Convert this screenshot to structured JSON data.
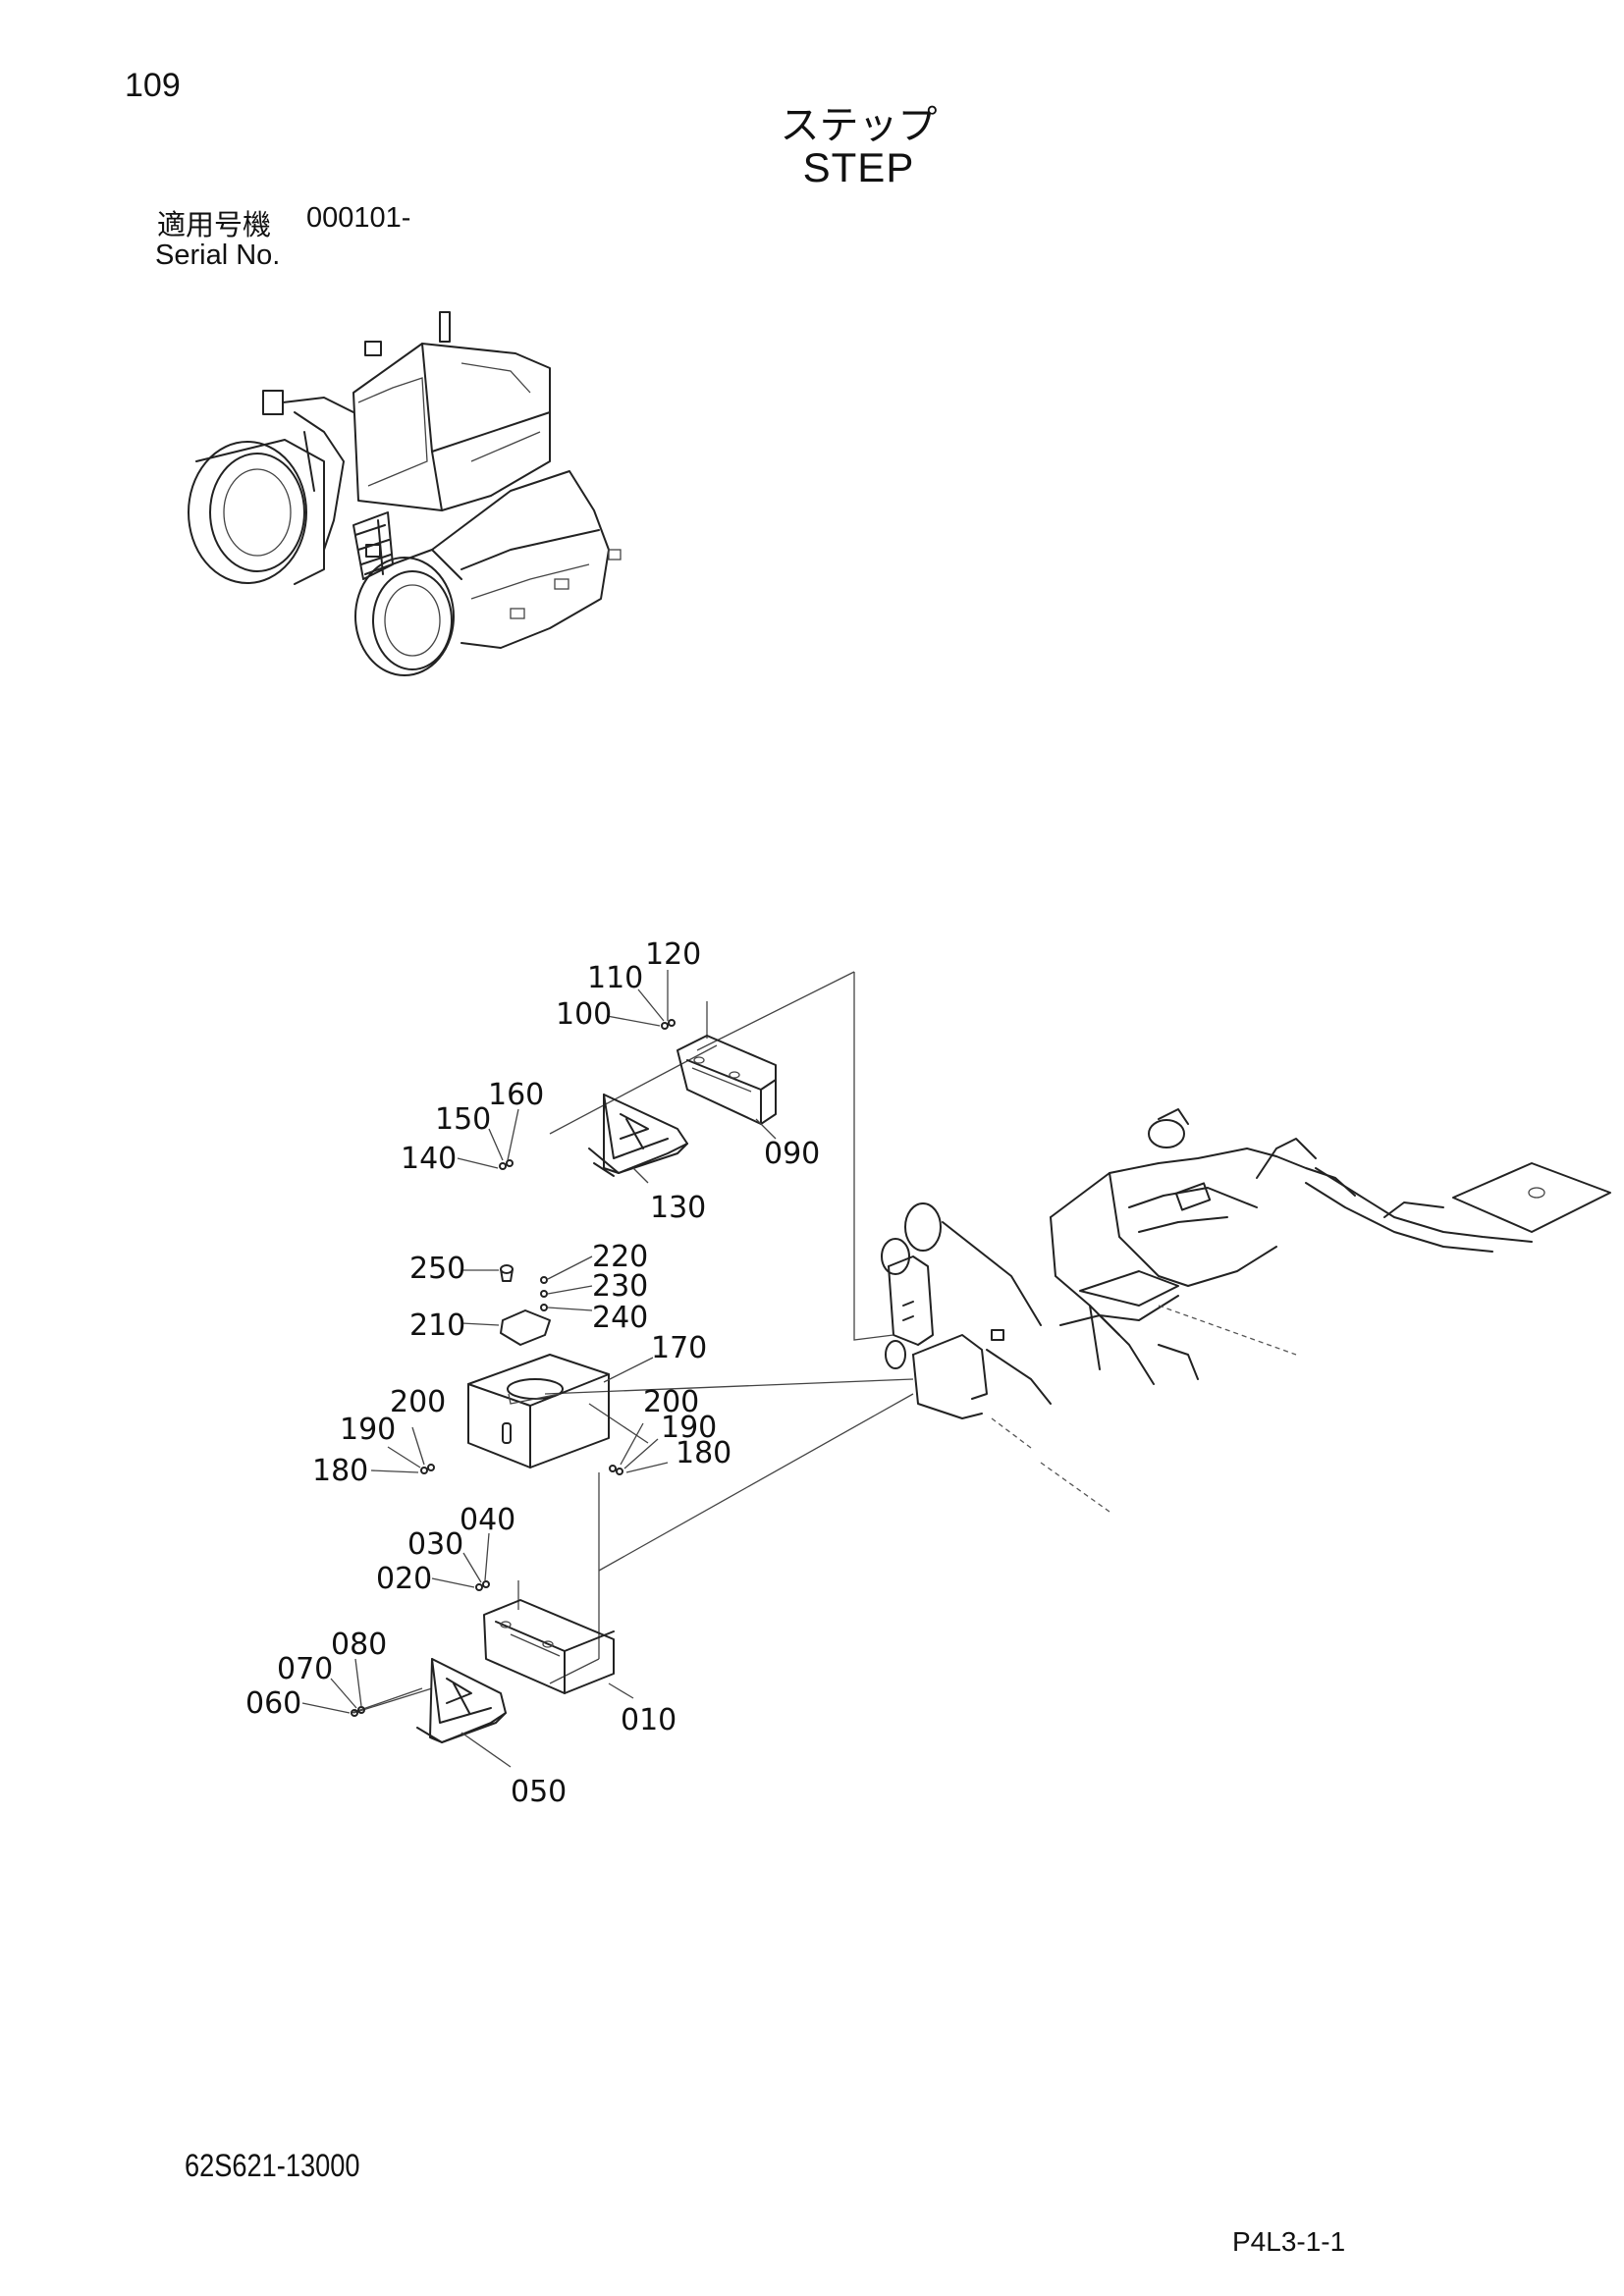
{
  "page": {
    "number": "109",
    "title_jp": "ステップ",
    "title_en": "STEP",
    "serial_label_jp": "適用号機",
    "serial_value": "000101-",
    "serial_label_en": "Serial No.",
    "drawing_number": "62S621-13000",
    "page_code": "P4L3-1-1"
  },
  "callouts": [
    {
      "id": "c120",
      "text": "120"
    },
    {
      "id": "c110",
      "text": "110"
    },
    {
      "id": "c100",
      "text": "100"
    },
    {
      "id": "c160",
      "text": "160"
    },
    {
      "id": "c150",
      "text": "150"
    },
    {
      "id": "c140",
      "text": "140"
    },
    {
      "id": "c090",
      "text": "090"
    },
    {
      "id": "c130",
      "text": "130"
    },
    {
      "id": "c250",
      "text": "250"
    },
    {
      "id": "c220",
      "text": "220"
    },
    {
      "id": "c230",
      "text": "230"
    },
    {
      "id": "c240",
      "text": "240"
    },
    {
      "id": "c210",
      "text": "210"
    },
    {
      "id": "c170",
      "text": "170"
    },
    {
      "id": "c200a",
      "text": "200"
    },
    {
      "id": "c190a",
      "text": "190"
    },
    {
      "id": "c180a",
      "text": "180"
    },
    {
      "id": "c200b",
      "text": "200"
    },
    {
      "id": "c190b",
      "text": "190"
    },
    {
      "id": "c180b",
      "text": "180"
    },
    {
      "id": "c040",
      "text": "040"
    },
    {
      "id": "c030",
      "text": "030"
    },
    {
      "id": "c020",
      "text": "020"
    },
    {
      "id": "c080",
      "text": "080"
    },
    {
      "id": "c070",
      "text": "070"
    },
    {
      "id": "c060",
      "text": "060"
    },
    {
      "id": "c010",
      "text": "010"
    },
    {
      "id": "c050",
      "text": "050"
    }
  ]
}
